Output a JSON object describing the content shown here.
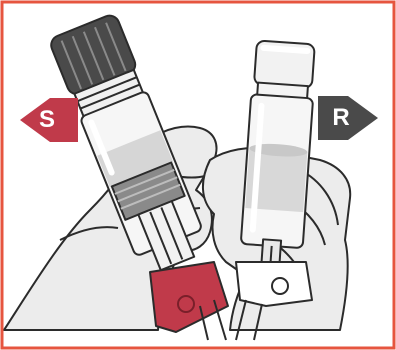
{
  "arrows": {
    "left": {
      "label": "S",
      "color": "#c03a4a"
    },
    "right": {
      "label": "R",
      "color": "#4a4a4a"
    }
  },
  "colors": {
    "border": "#e6553f",
    "cap_dark": "#3f3f3f",
    "holder_red": "#c03a4a",
    "line": "#2b2b2b"
  },
  "icons": [
    "illustration-hands-holding-vials"
  ]
}
